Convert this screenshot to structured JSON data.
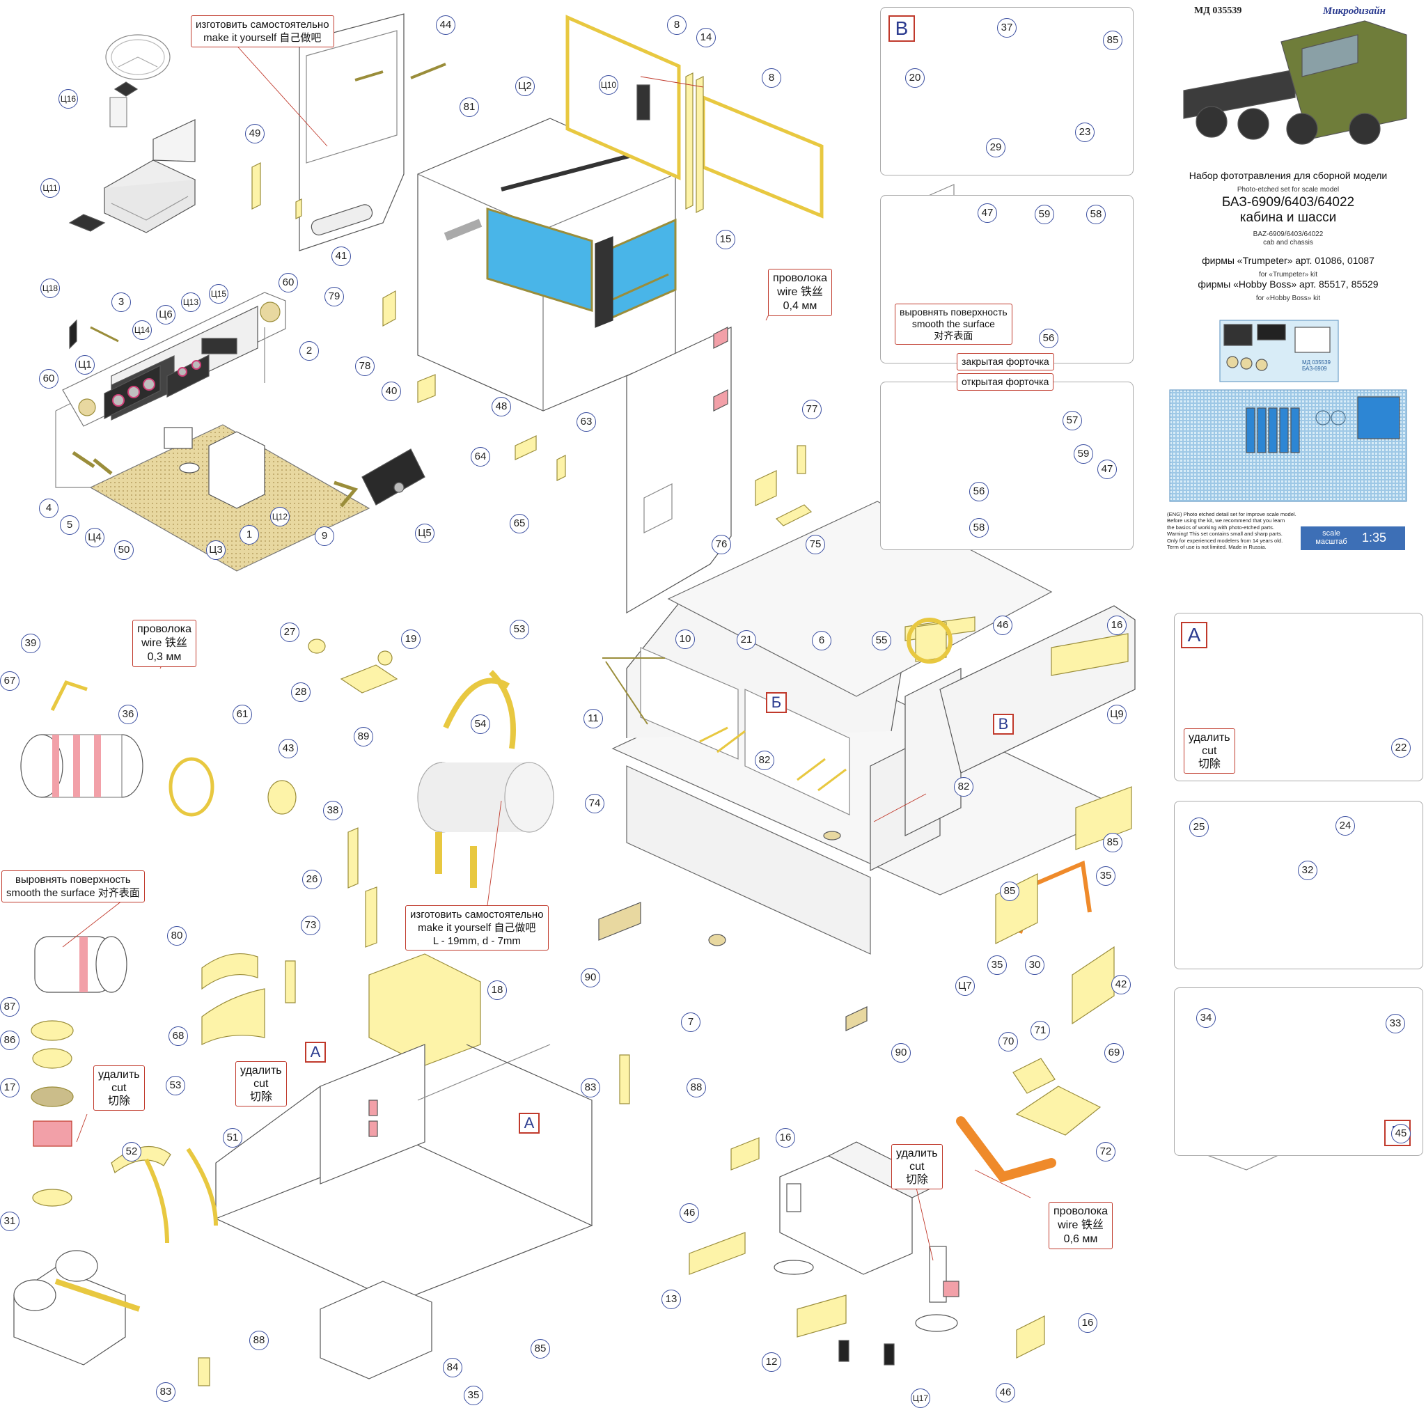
{
  "header": {
    "code": "МД 035539",
    "brand": "Микродизайн",
    "title_ru": "Набор фототравления для сборной модели",
    "title_en": "Photo-etched set for scale model",
    "model_ru": "БАЗ-6909/6403/64022",
    "subject_ru": "кабина и шасси",
    "model_en": "BAZ-6909/6403/64022",
    "subject_en": "cab and chassis",
    "kit1_ru": "фирмы «Trumpeter» арт. 01086, 01087",
    "kit1_en": "for «Trumpeter» kit",
    "kit2_ru": "фирмы «Hobby Boss» арт. 85517, 85529",
    "kit2_en": "for «Hobby Boss» kit",
    "fineprint": [
      "(ENG) Photo etched detail set for improve scale model.",
      "Before using the kit, we recommend that you learn",
      "the basics of working with photo-etched parts.",
      "Warning! This set contains small and sharp parts.",
      "Only for experienced modelers from 14 years old.",
      "Term of use is not limited. Made in Russia."
    ],
    "scale_word_en": "scale",
    "scale_word_ru": "масштаб",
    "scale_value": "1:35",
    "fret_label_1": "МД 035539",
    "fret_label_2": "БАЗ-6909"
  },
  "notes": {
    "make_yourself_1": [
      "изготовить самостоятельно",
      "make it yourself  自己做吧"
    ],
    "wire_04": [
      "проволока",
      "wire  铁丝",
      "0,4 мм"
    ],
    "smooth_b": [
      "выровнять поверхность",
      "smooth the surface",
      "对齐表面"
    ],
    "closed_vent": "закрытая форточка",
    "open_vent": "открытая форточка",
    "wire_03": [
      "проволока",
      "wire  铁丝",
      "0,3 мм"
    ],
    "smooth_2": [
      "выровнять поверхность",
      "smooth the surface 对齐表面"
    ],
    "make_yourself_2": [
      "изготовить самостоятельно",
      "make it yourself   自己做吧",
      "L - 19mm, d - 7mm"
    ],
    "cut_1": [
      "удалить",
      "cut",
      "切除"
    ],
    "cut_2": [
      "удалить",
      "cut",
      "切除"
    ],
    "cut_3": [
      "удалить",
      "cut",
      "切除"
    ],
    "cut_4": [
      "удалить",
      "cut",
      "切除"
    ],
    "wire_06": [
      "проволока",
      "wire  铁丝",
      "0,6 мм"
    ]
  },
  "panels": {
    "B": "В",
    "A": "А",
    "V_marker": "В",
    "B_cyr": "Б",
    "A_marker_1": "А",
    "A_marker_2": "А",
    "B_marker": "Б"
  },
  "callouts": [
    {
      "t": "Ц16"
    },
    {
      "t": "Ц11"
    },
    {
      "t": "49"
    },
    {
      "t": "44"
    },
    {
      "t": "41"
    },
    {
      "t": "8"
    },
    {
      "t": "14"
    },
    {
      "t": "Ц10"
    },
    {
      "t": "Ц2"
    },
    {
      "t": "81"
    },
    {
      "t": "8"
    },
    {
      "t": "15"
    },
    {
      "t": "Ц18"
    },
    {
      "t": "3"
    },
    {
      "t": "Ц6"
    },
    {
      "t": "Ц13"
    },
    {
      "t": "Ц15"
    },
    {
      "t": "60"
    },
    {
      "t": "Ц14"
    },
    {
      "t": "Ц1"
    },
    {
      "t": "2"
    },
    {
      "t": "60"
    },
    {
      "t": "4"
    },
    {
      "t": "5"
    },
    {
      "t": "Ц4"
    },
    {
      "t": "50"
    },
    {
      "t": "Ц3"
    },
    {
      "t": "1"
    },
    {
      "t": "Ц12"
    },
    {
      "t": "9"
    },
    {
      "t": "Ц5"
    },
    {
      "t": "79"
    },
    {
      "t": "78"
    },
    {
      "t": "40"
    },
    {
      "t": "48"
    },
    {
      "t": "63"
    },
    {
      "t": "64"
    },
    {
      "t": "65"
    },
    {
      "t": "77"
    },
    {
      "t": "76"
    },
    {
      "t": "75"
    },
    {
      "t": "37"
    },
    {
      "t": "85"
    },
    {
      "t": "20"
    },
    {
      "t": "23"
    },
    {
      "t": "29"
    },
    {
      "t": "47"
    },
    {
      "t": "59"
    },
    {
      "t": "58"
    },
    {
      "t": "56"
    },
    {
      "t": "57"
    },
    {
      "t": "59"
    },
    {
      "t": "47"
    },
    {
      "t": "56"
    },
    {
      "t": "58"
    },
    {
      "t": "39"
    },
    {
      "t": "67"
    },
    {
      "t": "36"
    },
    {
      "t": "27"
    },
    {
      "t": "19"
    },
    {
      "t": "28"
    },
    {
      "t": "89"
    },
    {
      "t": "53"
    },
    {
      "t": "54"
    },
    {
      "t": "61"
    },
    {
      "t": "43"
    },
    {
      "t": "38"
    },
    {
      "t": "26"
    },
    {
      "t": "80"
    },
    {
      "t": "73"
    },
    {
      "t": "68"
    },
    {
      "t": "18"
    },
    {
      "t": "87"
    },
    {
      "t": "86"
    },
    {
      "t": "17"
    },
    {
      "t": "31"
    },
    {
      "t": "53"
    },
    {
      "t": "52"
    },
    {
      "t": "51"
    },
    {
      "t": "88"
    },
    {
      "t": "83"
    },
    {
      "t": "84"
    },
    {
      "t": "85"
    },
    {
      "t": "35"
    },
    {
      "t": "10"
    },
    {
      "t": "21"
    },
    {
      "t": "11"
    },
    {
      "t": "6"
    },
    {
      "t": "55"
    },
    {
      "t": "46"
    },
    {
      "t": "16"
    },
    {
      "t": "82"
    },
    {
      "t": "Ц9"
    },
    {
      "t": "74"
    },
    {
      "t": "82"
    },
    {
      "t": "85"
    },
    {
      "t": "35"
    },
    {
      "t": "85"
    },
    {
      "t": "35"
    },
    {
      "t": "30"
    },
    {
      "t": "42"
    },
    {
      "t": "Ц7"
    },
    {
      "t": "90"
    },
    {
      "t": "7"
    },
    {
      "t": "90"
    },
    {
      "t": "83"
    },
    {
      "t": "88"
    },
    {
      "t": "70"
    },
    {
      "t": "71"
    },
    {
      "t": "69"
    },
    {
      "t": "72"
    },
    {
      "t": "16"
    },
    {
      "t": "46"
    },
    {
      "t": "13"
    },
    {
      "t": "12"
    },
    {
      "t": "Ц17"
    },
    {
      "t": "16"
    },
    {
      "t": "46"
    },
    {
      "t": "22"
    },
    {
      "t": "25"
    },
    {
      "t": "24"
    },
    {
      "t": "32"
    },
    {
      "t": "34"
    },
    {
      "t": "33"
    },
    {
      "t": "45"
    }
  ],
  "colors": {
    "part_fill": "#fdf3a8",
    "part_stroke": "#9a8d3a",
    "glass": "#49b5e8",
    "floor": "#e8d8a0",
    "note_border": "#c0392b",
    "callout_border": "#3a4ea0",
    "wire_orange": "#ef8a2a",
    "cut_pink": "#f2a0a8",
    "brand_blue": "#2b3b8f",
    "scale_blue": "#3d6fb6"
  }
}
